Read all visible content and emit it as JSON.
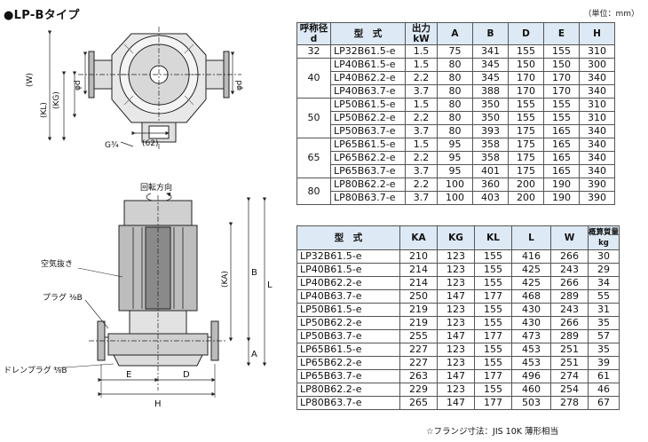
{
  "title": "●LP-Bタイプ",
  "unit_note": "（単位：mm）",
  "footnote": "☆フランジ寸法：JIS 10K 薄形相当",
  "drawing_labels": {
    "W": "(W)",
    "KL": "(KL)",
    "KG": "(KG)",
    "phi_d_left": "φd",
    "phi_d_right": "φd",
    "g34": "G¾",
    "dim62": "(62)",
    "rotation": "回転方向",
    "air_vent": "空気抜き",
    "plug": "プラグ ⅜B",
    "drain_plug": "ドレンプラグ ⅛B",
    "KA": "(KA)",
    "B": "B",
    "L": "L",
    "A": "A",
    "E": "E",
    "D": "D",
    "H": "H"
  },
  "table1": {
    "headers": [
      "呼称径\nd",
      "型　式",
      "出力\nkW",
      "A",
      "B",
      "D",
      "E",
      "H"
    ],
    "groups": [
      {
        "d": "32",
        "rows": [
          [
            "LP32B61.5-e",
            "1.5",
            "75",
            "341",
            "155",
            "155",
            "310"
          ]
        ]
      },
      {
        "d": "40",
        "rows": [
          [
            "LP40B61.5-e",
            "1.5",
            "80",
            "345",
            "150",
            "150",
            "300"
          ],
          [
            "LP40B62.2-e",
            "2.2",
            "80",
            "345",
            "170",
            "170",
            "340"
          ],
          [
            "LP40B63.7-e",
            "3.7",
            "80",
            "388",
            "170",
            "170",
            "340"
          ]
        ]
      },
      {
        "d": "50",
        "rows": [
          [
            "LP50B61.5-e",
            "1.5",
            "80",
            "350",
            "155",
            "155",
            "310"
          ],
          [
            "LP50B62.2-e",
            "2.2",
            "80",
            "350",
            "155",
            "155",
            "310"
          ],
          [
            "LP50B63.7-e",
            "3.7",
            "80",
            "393",
            "175",
            "165",
            "340"
          ]
        ]
      },
      {
        "d": "65",
        "rows": [
          [
            "LP65B61.5-e",
            "1.5",
            "95",
            "358",
            "175",
            "165",
            "340"
          ],
          [
            "LP65B62.2-e",
            "2.2",
            "95",
            "358",
            "175",
            "165",
            "340"
          ],
          [
            "LP65B63.7-e",
            "3.7",
            "95",
            "401",
            "175",
            "165",
            "340"
          ]
        ]
      },
      {
        "d": "80",
        "rows": [
          [
            "LP80B62.2-e",
            "2.2",
            "100",
            "360",
            "200",
            "190",
            "390"
          ],
          [
            "LP80B63.7-e",
            "3.7",
            "100",
            "403",
            "200",
            "190",
            "390"
          ]
        ]
      }
    ]
  },
  "table2": {
    "headers": [
      "型　式",
      "KA",
      "KG",
      "KL",
      "L",
      "W",
      "概算質量\nkg"
    ],
    "rows": [
      [
        "LP32B61.5-e",
        "210",
        "123",
        "155",
        "416",
        "266",
        "30"
      ],
      [
        "LP40B61.5-e",
        "214",
        "123",
        "155",
        "425",
        "243",
        "29"
      ],
      [
        "LP40B62.2-e",
        "214",
        "123",
        "155",
        "425",
        "266",
        "34"
      ],
      [
        "LP40B63.7-e",
        "250",
        "147",
        "177",
        "468",
        "289",
        "55"
      ],
      [
        "LP50B61.5-e",
        "219",
        "123",
        "155",
        "430",
        "243",
        "31"
      ],
      [
        "LP50B62.2-e",
        "219",
        "123",
        "155",
        "430",
        "266",
        "35"
      ],
      [
        "LP50B63.7-e",
        "255",
        "147",
        "177",
        "473",
        "289",
        "57"
      ],
      [
        "LP65B61.5-e",
        "227",
        "123",
        "155",
        "453",
        "251",
        "35"
      ],
      [
        "LP65B62.2-e",
        "227",
        "123",
        "155",
        "453",
        "251",
        "39"
      ],
      [
        "LP65B63.7-e",
        "263",
        "147",
        "177",
        "496",
        "274",
        "61"
      ],
      [
        "LP80B62.2-e",
        "229",
        "123",
        "155",
        "460",
        "254",
        "46"
      ],
      [
        "LP80B63.7-e",
        "265",
        "147",
        "177",
        "503",
        "278",
        "67"
      ]
    ]
  }
}
